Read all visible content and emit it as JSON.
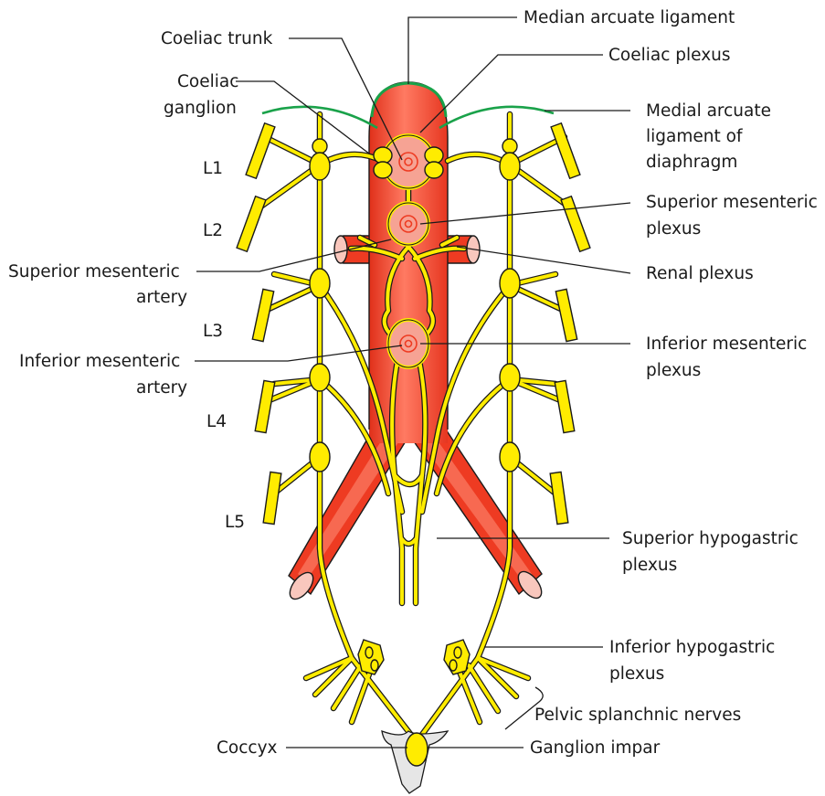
{
  "labels": {
    "median_arcuate": "Median arcuate ligament",
    "coeliac_trunk": "Coeliac trunk",
    "coeliac_plexus": "Coeliac plexus",
    "coeliac_ganglion_1": "Coeliac",
    "coeliac_ganglion_2": "ganglion",
    "medial_arcuate_1": "Medial arcuate",
    "medial_arcuate_2": "ligament of",
    "medial_arcuate_3": "diaphragm",
    "sup_mes_plexus_1": "Superior mesenteric",
    "sup_mes_plexus_2": "plexus",
    "sup_mes_artery_1": "Superior mesenteric",
    "sup_mes_artery_2": "artery",
    "renal_plexus": "Renal plexus",
    "inf_mes_artery_1": "Inferior mesenteric",
    "inf_mes_artery_2": "artery",
    "inf_mes_plexus_1": "Inferior mesenteric",
    "inf_mes_plexus_2": "plexus",
    "sup_hypo_1": "Superior hypogastric",
    "sup_hypo_2": "plexus",
    "inf_hypo_1": "Inferior hypogastric",
    "inf_hypo_2": "plexus",
    "pelvic_splanchnic": "Pelvic splanchnic nerves",
    "coccyx": "Coccyx",
    "ganglion_impar": "Ganglion impar",
    "vert_l1": "L1",
    "vert_l2": "L2",
    "vert_l3": "L3",
    "vert_l4": "L4",
    "vert_l5": "L5"
  },
  "colors": {
    "aorta": "#ee3b22",
    "aorta_highlight": "#ff8f78",
    "plexus_fill": "#f6a394",
    "nerve": "#ffec00",
    "ligament": "#1aa24a",
    "bone": "#e6e6e6",
    "outline": "#1a1a1a",
    "text": "#1a1a1a"
  }
}
